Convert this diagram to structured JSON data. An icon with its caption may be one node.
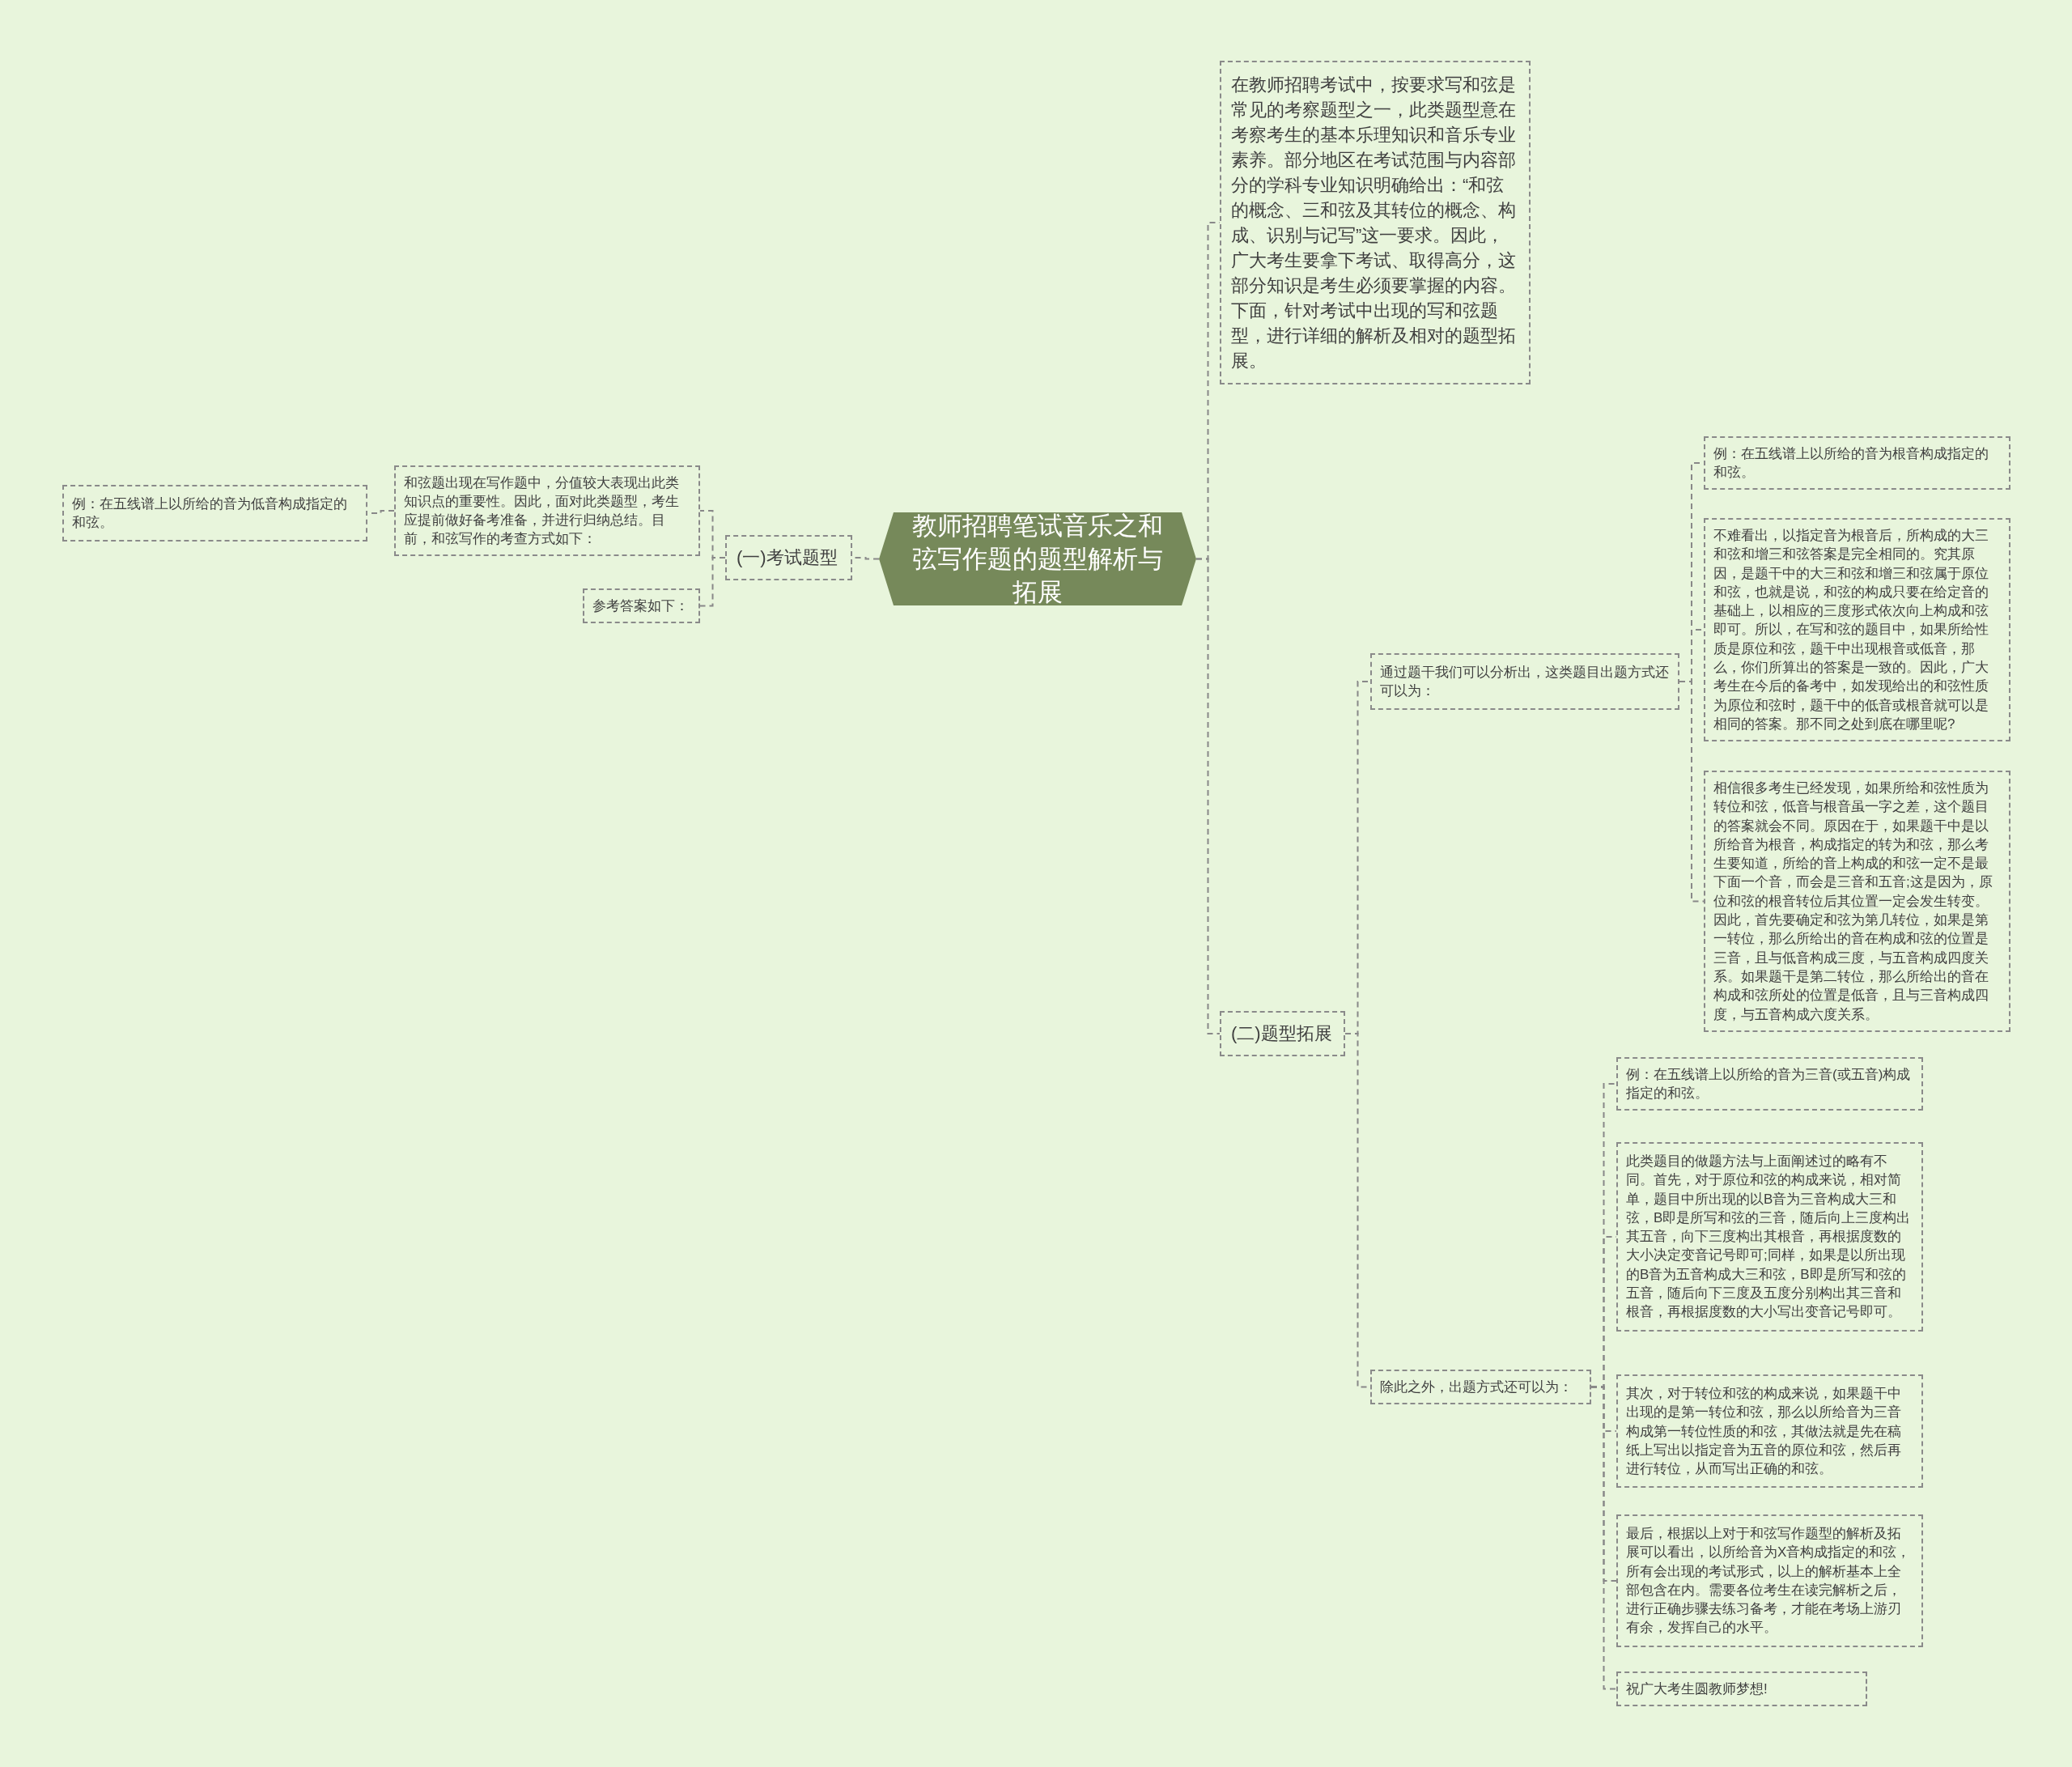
{
  "diagram": {
    "nodes": [
      {
        "text": [
          "教师招聘笔试音乐之和弦写作题的题型解析与拓展"
        ]
      },
      {
        "text": [
          "(一)考试题型"
        ]
      },
      {
        "text": [
          "和弦题出现在写作题中，分值较大表现出此类知识点的重要性。因此，面对此类题型，考生应提前做好备考准备，并进行归纳总结。目前，和弦写作的考查方式如下："
        ]
      },
      {
        "text": [
          "例：在五线谱上以所给的音为低音构成指定的和弦。"
        ]
      },
      {
        "text": [
          "参考答案如下："
        ]
      },
      {
        "text": [
          "在教师招聘考试中，按要求写和弦是常见的考察题型之一，此类题型意在考察考生的基本乐理知识和音乐专业素养。部分地区在考试范围与内容部分的学科专业知识明确给出：“和弦的概念、三和弦及其转位的概念、构成、识别与记写”这一要求。因此，广大考生要拿下考试、取得高分，这部分知识是考生必须要掌握的内容。下面，针对考试中出现的写和弦题型，进行详细的解析及相对的题型拓展。"
        ]
      },
      {
        "text": [
          "(二)题型拓展"
        ]
      },
      {
        "text": [
          "通过题干我们可以分析出，这类题目出题方式还可以为："
        ]
      },
      {
        "text": [
          "例：在五线谱上以所给的音为根音构成指定的和弦。"
        ]
      },
      {
        "text": [
          "不难看出，以指定音为根音后，所构成的大三和弦和增三和弦答案是完全相同的。究其原因，是题干中的大三和弦和增三和弦属于原位和弦，也就是说，和弦的构成只要在给定音的基础上，以相应的三度形式依次向上构成和弦即可。所以，在写和弦的题目中，如果所给性质是原位和弦，题干中出现根音或低音，那么，你们所算出的答案是一致的。因此，广大考生在今后的备考中，如发现给出的和弦性质为原位和弦时，题干中的低音或根音就可以是相同的答案。那不同之处到底在哪里呢?"
        ]
      },
      {
        "text": [
          "相信很多考生已经发现，如果所给和弦性质为转位和弦，低音与根音虽一字之差，这个题目的答案就会不同。原因在于，如果题干中是以所给音为根音，构成指定的转为和弦，那么考生要知道，所给的音上构成的和弦一定不是最下面一个音，而会是三音和五音;这是因为，原位和弦的根音转位后其位置一定会发生转变。因此，首先要确定和弦为第几转位，如果是第一转位，那么所给出的音在构成和弦的位置是三音，且与低音构成三度，与五音构成四度关系。如果题干是第二转位，那么所给出的音在构成和弦所处的位置是低音，且与三音构成四度，与五音构成六度关系。"
        ]
      },
      {
        "text": [
          "除此之外，出题方式还可以为："
        ]
      },
      {
        "text": [
          "例：在五线谱上以所给的音为三音(或五音)构成指定的和弦。"
        ]
      },
      {
        "text": [
          "此类题目的做题方法与上面阐述过的略有不同。首先，对于原位和弦的构成来说，相对简单，题目中所出现的以B音为三音构成大三和弦，B即是所写和弦的三音，随后向上三度构出其五音，向下三度构出其根音，再根据度数的大小决定变音记号即可;同样，如果是以所出现的B音为五音构成大三和弦，B即是所写和弦的五音，随后向下三度及五度分别构出其三音和根音，再根据度数的大小写出变音记号即可。"
        ]
      },
      {
        "text": [
          "其次，对于转位和弦的构成来说，如果题干中出现的是第一转位和弦，那么以所给音为三音构成第一转位性质的和弦，其做法就是先在稿纸上写出以指定音为五音的原位和弦，然后再进行转位，从而写出正确的和弦。"
        ]
      },
      {
        "text": [
          "最后，根据以上对于和弦写作题型的解析及拓展可以看出，以所给音为X音构成指定的和弦，所有会出现的考试形式，以上的解析基本上全部包含在内。需要各位考生在读完解析之后，进行正确步骤去练习备考，才能在考场上游刃有余，发挥自己的水平。"
        ]
      },
      {
        "text": [
          "祝广大考生圆教师梦想!"
        ]
      }
    ],
    "edges": [
      {
        "from": 0,
        "to": 1,
        "arrow": "none"
      },
      {
        "from": 1,
        "to": 2,
        "arrow": "none"
      },
      {
        "from": 2,
        "to": 3,
        "arrow": "none"
      },
      {
        "from": 1,
        "to": 4,
        "arrow": "none"
      },
      {
        "from": 0,
        "to": 5,
        "arrow": "none"
      },
      {
        "from": 0,
        "to": 6,
        "arrow": "none"
      },
      {
        "from": 6,
        "to": 7,
        "arrow": "none"
      },
      {
        "from": 7,
        "to": 8,
        "arrow": "none"
      },
      {
        "from": 7,
        "to": 9,
        "arrow": "none"
      },
      {
        "from": 7,
        "to": 10,
        "arrow": "none"
      },
      {
        "from": 6,
        "to": 11,
        "arrow": "none"
      },
      {
        "from": 11,
        "to": 12,
        "arrow": "none"
      },
      {
        "from": 11,
        "to": 13,
        "arrow": "none"
      },
      {
        "from": 11,
        "to": 14,
        "arrow": "none"
      },
      {
        "from": 11,
        "to": 15,
        "arrow": "none"
      },
      {
        "from": 11,
        "to": 16,
        "arrow": "none"
      }
    ]
  }
}
